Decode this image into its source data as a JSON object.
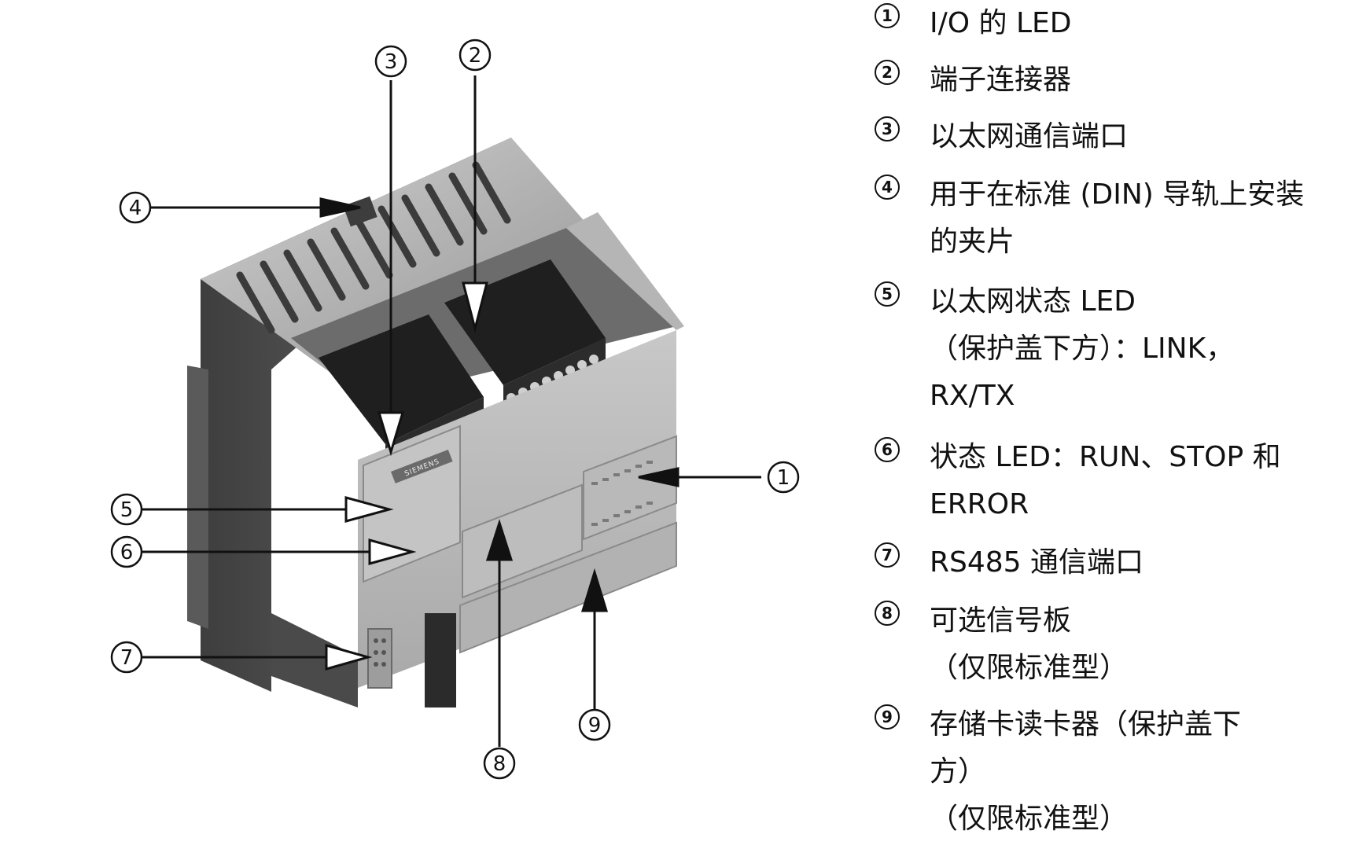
{
  "device": {
    "brand_plate": "SIEMENS"
  },
  "callouts": [
    {
      "num": "1",
      "label": "I/O 的 LED"
    },
    {
      "num": "2",
      "label": "端子连接器"
    },
    {
      "num": "3",
      "label": "以太网通信端口"
    },
    {
      "num": "4",
      "label": "用于在标准 (DIN) 导轨上安装\n的夹片"
    },
    {
      "num": "5",
      "label": "以太网状态 LED\n（保护盖下方）：LINK，\nRX/TX"
    },
    {
      "num": "6",
      "label": "状态 LED：RUN、STOP 和\nERROR"
    },
    {
      "num": "7",
      "label": "RS485 通信端口"
    },
    {
      "num": "8",
      "label": "可选信号板\n（仅限标准型）"
    },
    {
      "num": "9",
      "label": "存储卡读卡器（保护盖下\n方）\n（仅限标准型）"
    }
  ]
}
